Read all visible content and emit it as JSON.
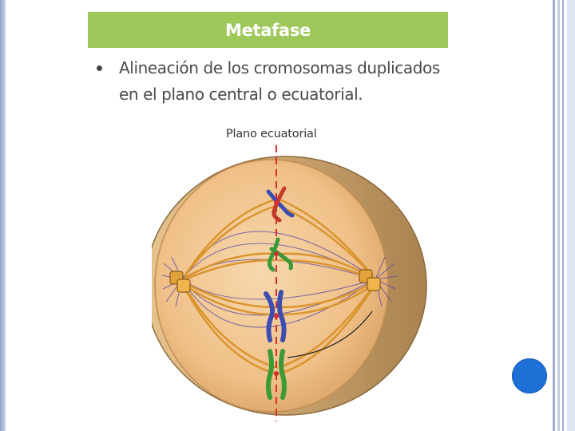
{
  "slide": {
    "title": "Metafase",
    "bullet": "Alineación de los cromosomas duplicados en el plano central o ecuatorial.",
    "diagram_label": "Plano ecuatorial"
  },
  "colors": {
    "title_band": "#9ec95a",
    "cell_fill": "#f2c590",
    "spindle": "#d9942e",
    "aster_lines": "#5b4aa8",
    "equator_line": "#d62e2e",
    "chromosome_blue": "#3d4db0",
    "chromosome_green": "#3c9a36",
    "nav_button": "#1e6fd6"
  },
  "icons": {
    "bullet": "bullet-dot",
    "navigation": "nav-circle-button"
  }
}
